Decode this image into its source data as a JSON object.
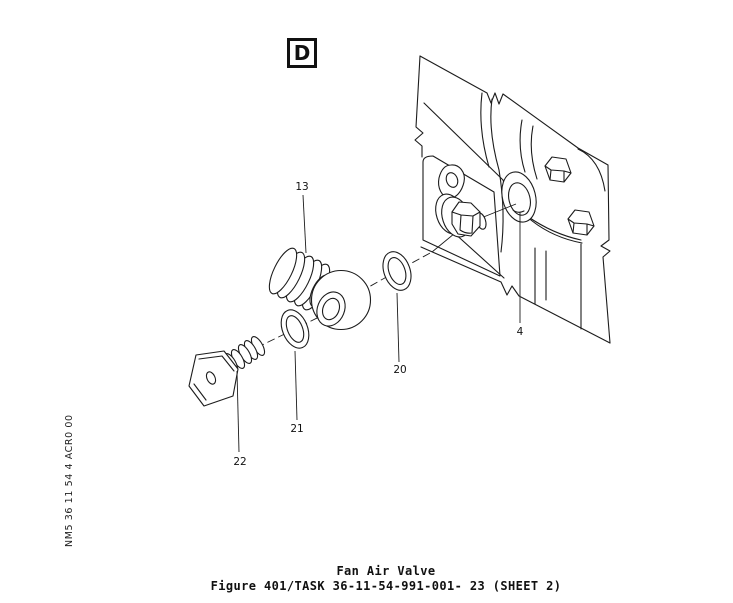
{
  "page": {
    "background": "#ffffff",
    "ink": "#1c1c1c"
  },
  "detail_marker": {
    "label": "D"
  },
  "side_code": {
    "text": "NM5 36 11 54 4 ACR0 00"
  },
  "caption": {
    "title": "Fan Air Valve",
    "figure_line": "Figure 401/TASK 36-11-54-991-001- 23 (SHEET 2)"
  },
  "callouts": [
    {
      "label": "13"
    },
    {
      "label": "4"
    },
    {
      "label": "20"
    },
    {
      "label": "21"
    },
    {
      "label": "22"
    }
  ]
}
